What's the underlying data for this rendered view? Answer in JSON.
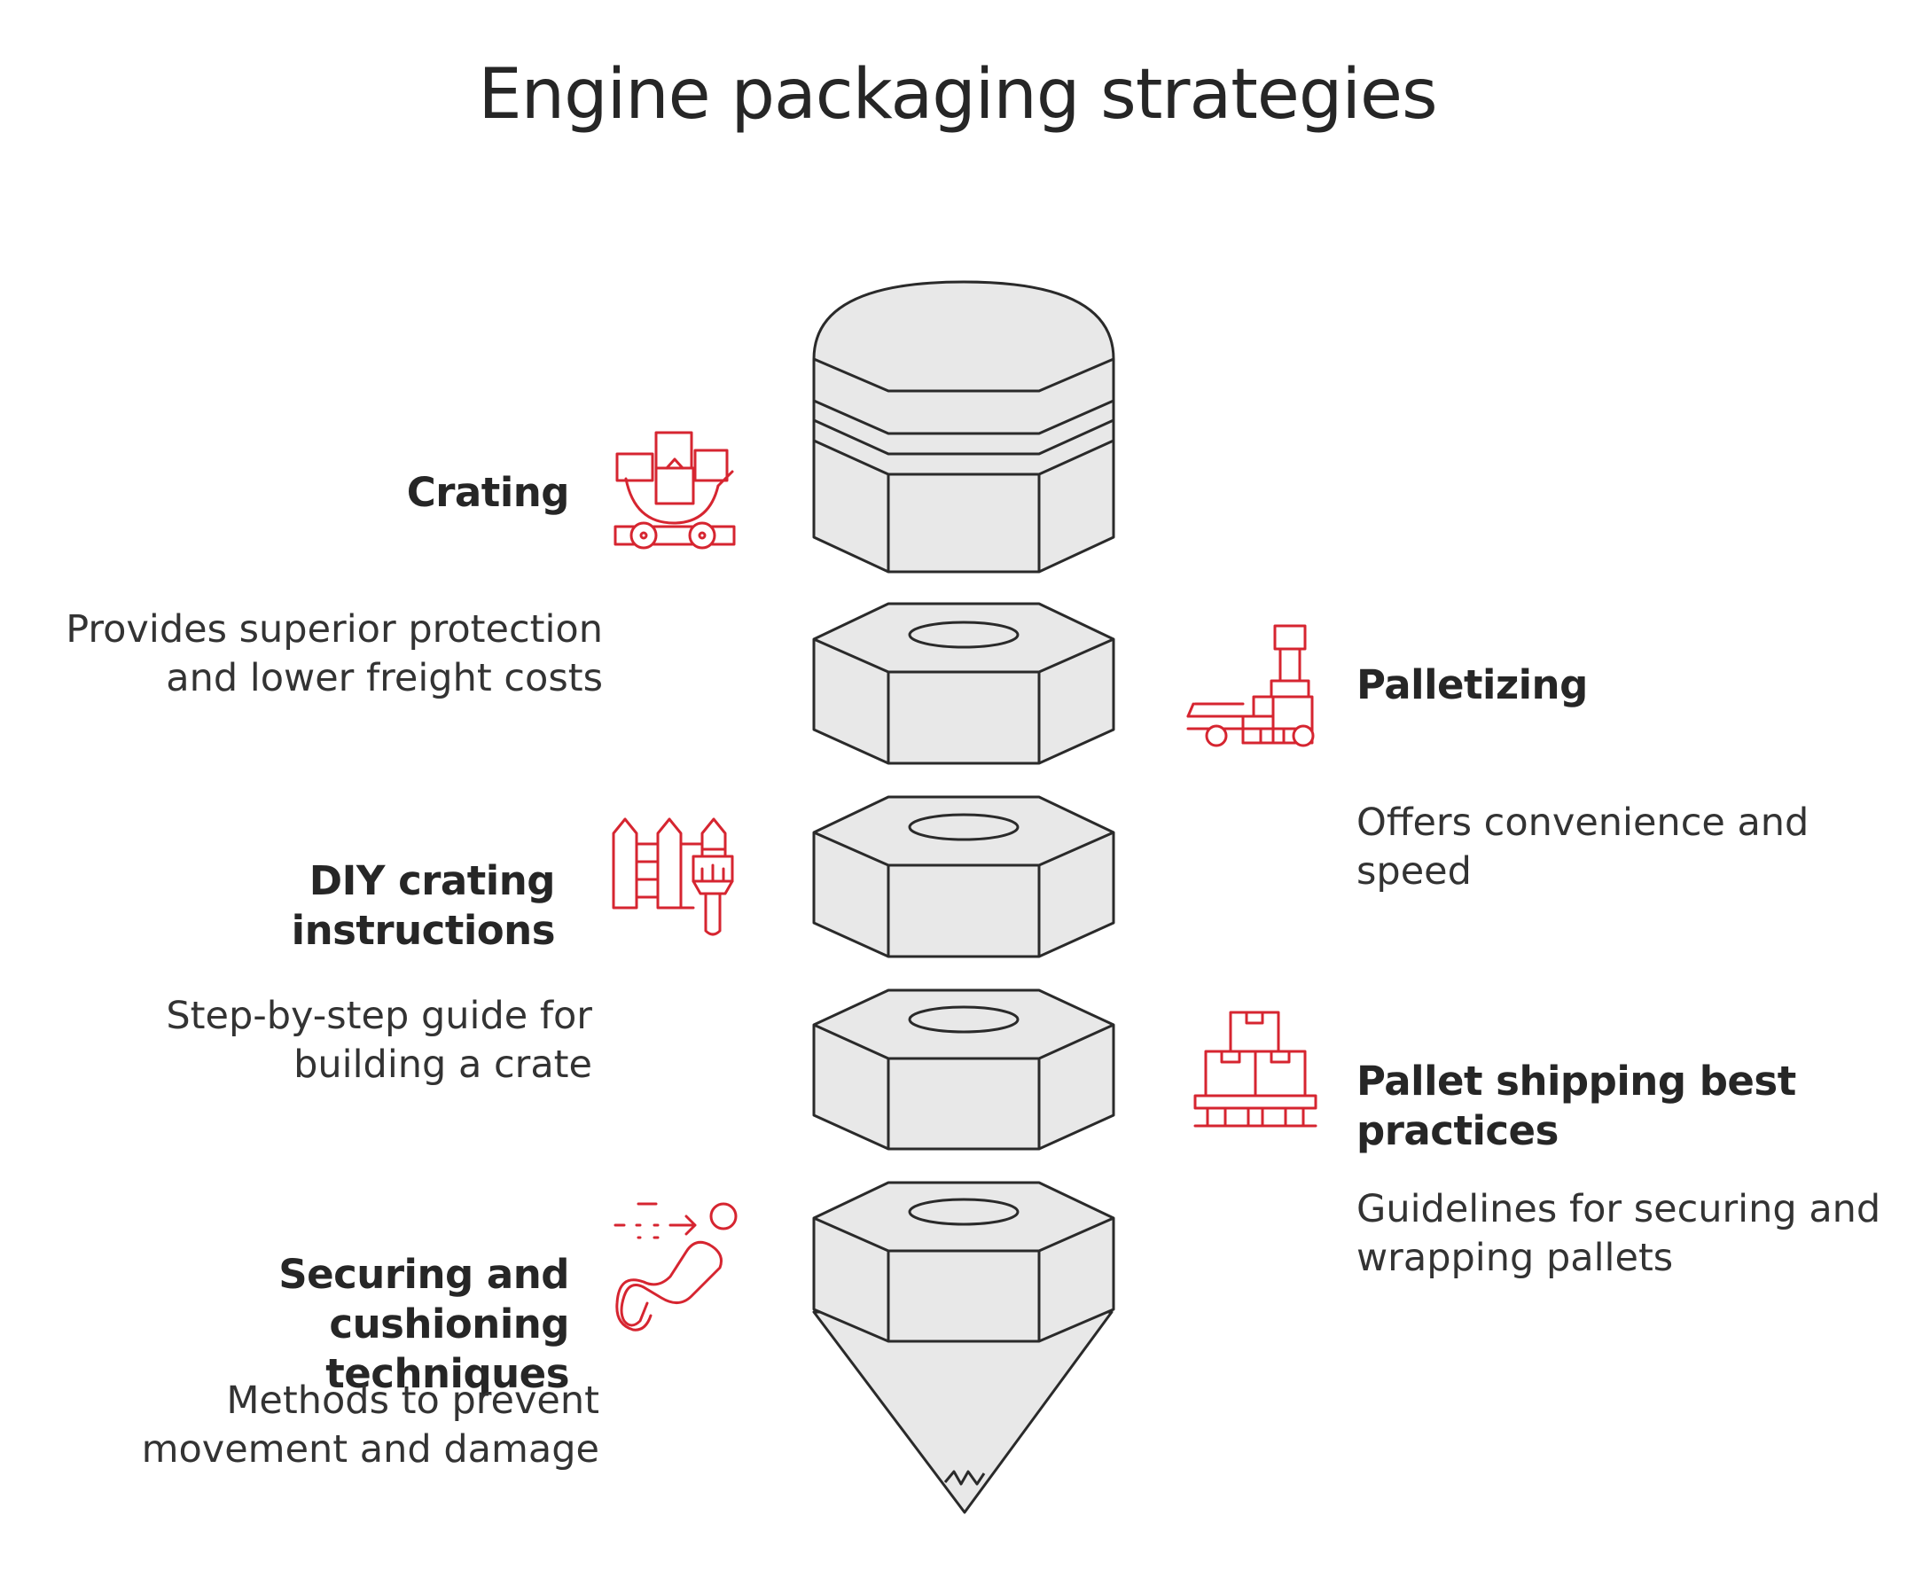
{
  "title": "Engine packaging strategies",
  "items": [
    {
      "label": "Crating",
      "description": "Provides superior protection\nand lower freight costs",
      "icon": "cart-with-boxes-icon"
    },
    {
      "label": "Palletizing",
      "description": "Offers convenience and\nspeed",
      "icon": "pallet-jack-icon"
    },
    {
      "label": "DIY crating instructions",
      "description": "Step-by-step guide for\nbuilding a crate",
      "icon": "fence-and-brush-icon"
    },
    {
      "label": "Pallet shipping best\npractices",
      "description": "Guidelines for securing and\nwrapping pallets",
      "icon": "boxes-on-pallet-icon"
    },
    {
      "label": "Securing and cushioning\ntechniques",
      "description": "Methods to prevent\nmovement and damage",
      "icon": "motion-path-icon"
    }
  ],
  "colors": {
    "accent": "#d62530",
    "shape_fill": "#e8e8e8",
    "stroke": "#2a2a2a"
  }
}
